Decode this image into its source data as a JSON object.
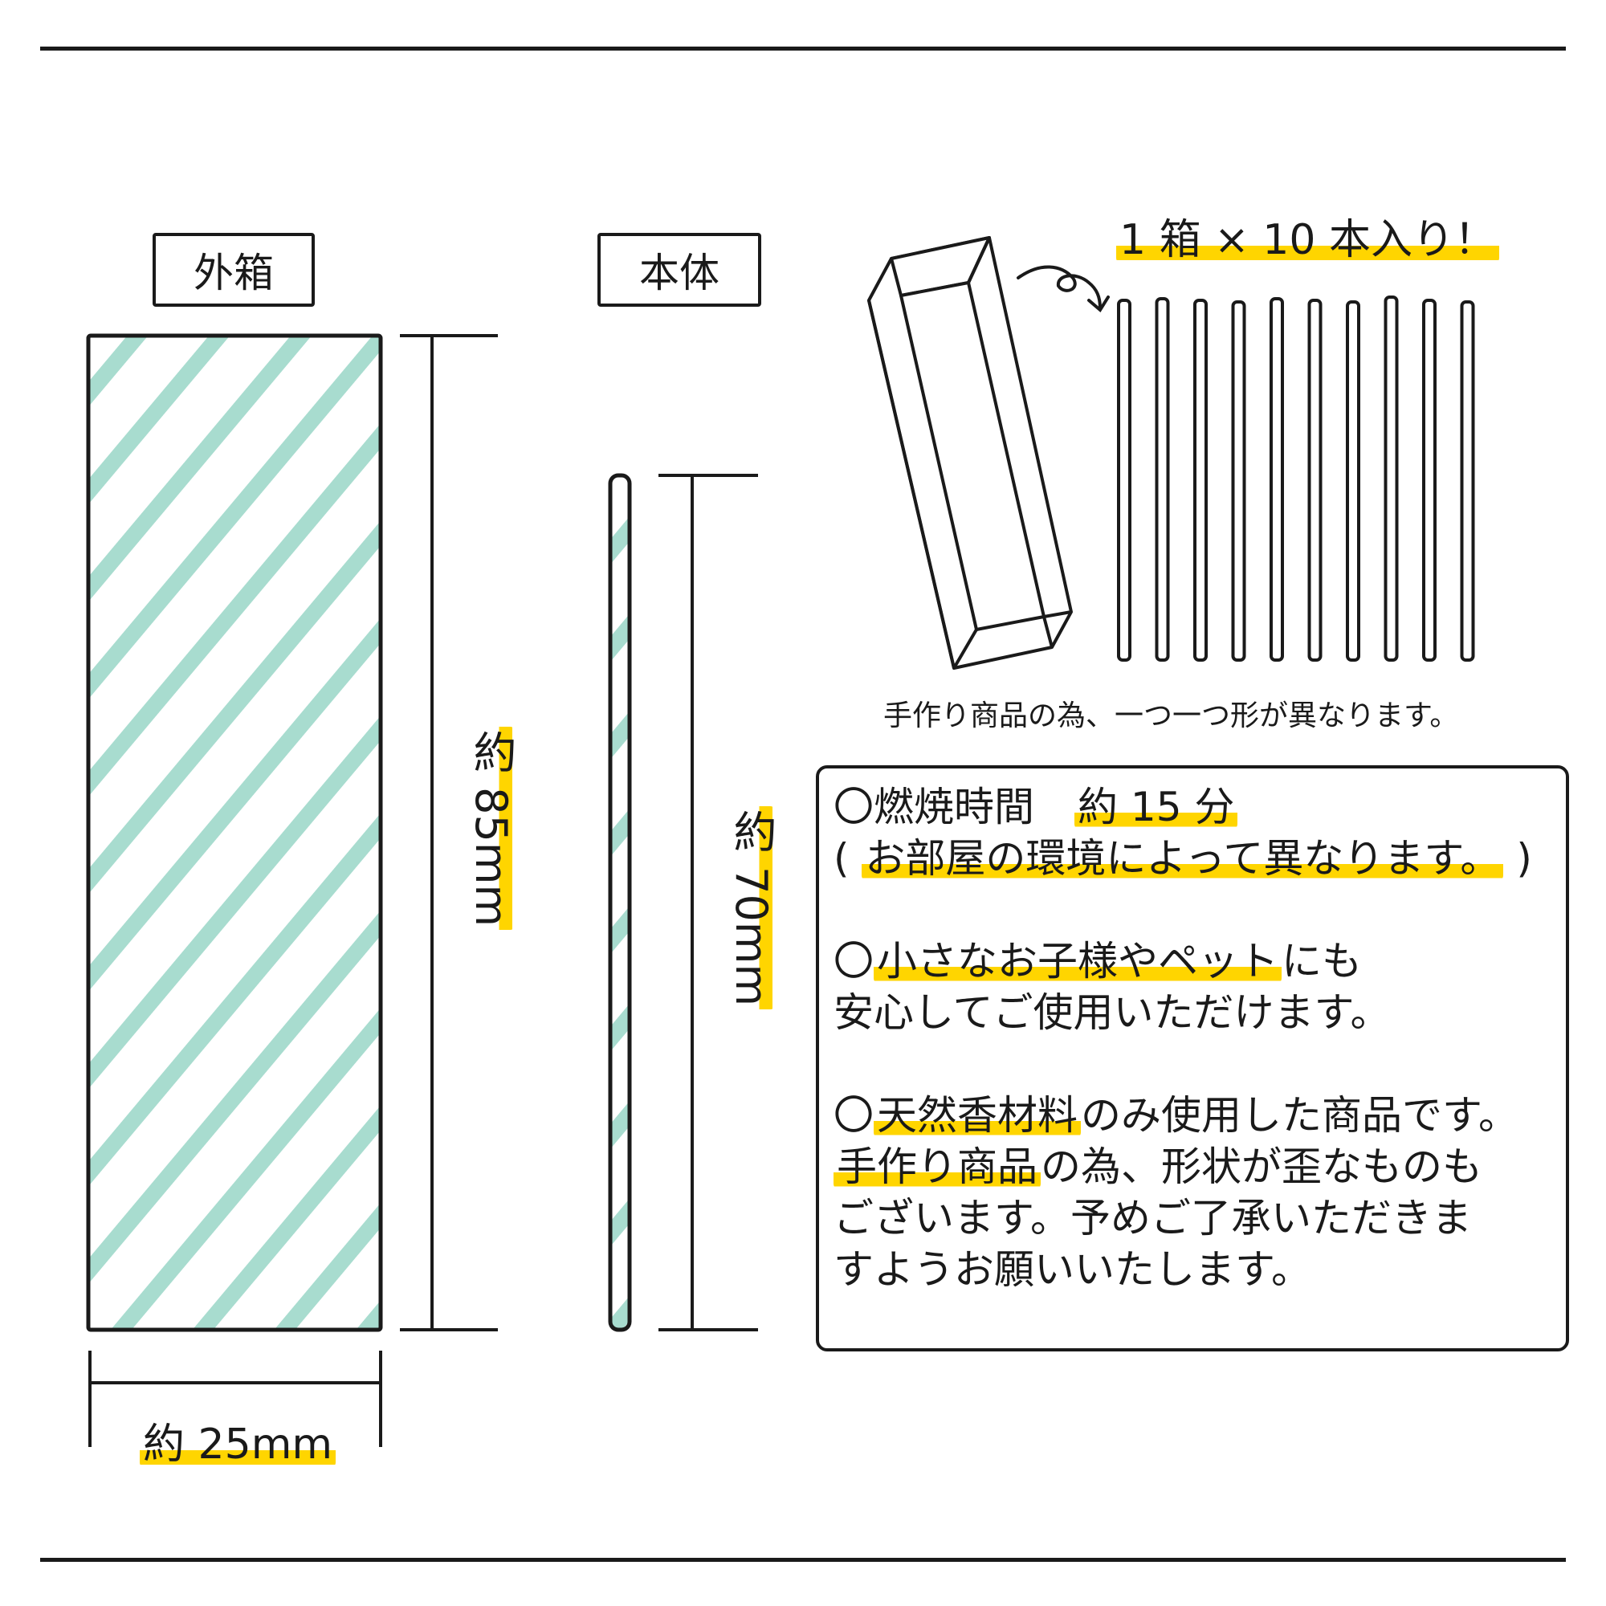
{
  "labels": {
    "outer_box": "外箱",
    "body": "本体"
  },
  "dimensions": {
    "outer_height": "約 85mm",
    "body_height": "約 70mm",
    "outer_width": "約 25mm"
  },
  "package": {
    "count_text": "1 箱 × 10 本入り！",
    "stick_count": 10,
    "handmade_note": "手作り商品の為、一つ一つ形が異なります。"
  },
  "info": {
    "burn_prefix": "〇燃焼時間　",
    "burn_value": "約 15 分",
    "burn_note_open": "(",
    "burn_note": "お部屋の環境によって異なります。",
    "burn_note_close": ")",
    "safe_prefix": "〇",
    "safe_highlight": "小さなお子様やペット",
    "safe_rest": "にも",
    "safe_line2": "安心してご使用いただけます。",
    "natural_prefix": "〇",
    "natural_highlight": "天然香材料",
    "natural_rest": "のみ使用した商品です。",
    "handmade_highlight": "手作り商品",
    "handmade_rest": "の為、形状が歪なものも",
    "line_3": "ございます。予めご了承いただきま",
    "line_4": "すようお願いいたします。"
  },
  "colors": {
    "stripe": "#a8dccf",
    "highlight": "#ffd500",
    "line": "#1a1a1a"
  }
}
